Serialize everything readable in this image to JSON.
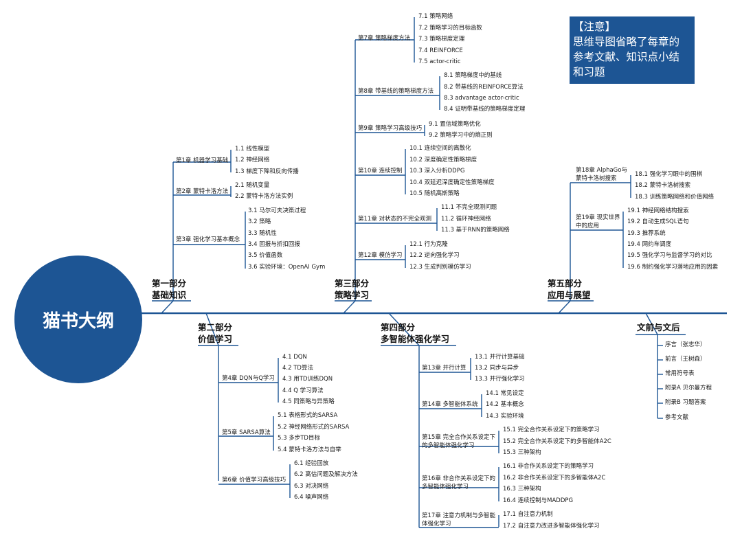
{
  "title": "猫书大纲",
  "note": {
    "line1": "【注意】",
    "line2": "思维导图省略了每章的",
    "line3": "参考文献、知识点小结",
    "line4": "和习题"
  },
  "parts": {
    "p1": {
      "line1": "第一部分",
      "line2": "基础知识"
    },
    "p2": {
      "line1": "第二部分",
      "line2": "价值学习"
    },
    "p3": {
      "line1": "第三部分",
      "line2": "策略学习"
    },
    "p4": {
      "line1": "第四部分",
      "line2": "多智能体强化学习"
    },
    "p5": {
      "line1": "第五部分",
      "line2": "应用与展望"
    },
    "p6": {
      "line1": "文前与文后"
    }
  },
  "chapters": {
    "c1": "第1章 机器学习基础",
    "c2": "第2章 蒙特卡洛方法",
    "c3": "第3章 强化学习基本概念",
    "c4": "第4章 DQN与Q学习",
    "c5": "第5章 SARSA算法",
    "c6": "第6章 价值学习高级技巧",
    "c7": "第7章 策略梯度方法",
    "c8": "第8章 带基线的策略梯度方法",
    "c9": "第9章 策略学习高级技巧",
    "c10": "第10章 连续控制",
    "c11": "第11章 对状态的不完全观测",
    "c12": "第12章 模仿学习",
    "c13": "第13章 并行计算",
    "c14": "第14章 多智能体系统",
    "c15a": "第15章 完全合作关系设定下",
    "c15b": "的多智能体强化学习",
    "c16a": "第16章 非合作关系设定下的",
    "c16b": "多智能体强化学习",
    "c17a": "第17章 注意力机制与多智能",
    "c17b": "体强化学习",
    "c18a": "第18章 AlphaGo与",
    "c18b": "蒙特卡洛树搜索",
    "c19a": "第19章 现实世界",
    "c19b": "中的应用"
  },
  "sections": {
    "s1_1": "1.1 线性模型",
    "s1_2": "1.2 神经网络",
    "s1_3": "1.3 梯度下降和反向传播",
    "s2_1": "2.1 随机变量",
    "s2_2": "2.2 蒙特卡洛方法实例",
    "s3_1": "3.1 马尔可夫决策过程",
    "s3_2": "3.2 策略",
    "s3_3": "3.3 随机性",
    "s3_4": "3.4 回报与折扣回报",
    "s3_5": "3.5 价值函数",
    "s3_6": "3.6 实验环境：OpenAI Gym",
    "s4_1": "4.1 DQN",
    "s4_2": "4.2 TD算法",
    "s4_3": "4.3 用TD训练DQN",
    "s4_4": "4.4 Q 学习算法",
    "s4_5": "4.5 同策略与异策略",
    "s5_1": "5.1 表格形式的SARSA",
    "s5_2": "5.2 神经网络形式的SARSA",
    "s5_3": "5.3 多步TD目标",
    "s5_4": "5.4 蒙特卡洛方法与自举",
    "s6_1": "6.1 经验回放",
    "s6_2": "6.2 高估问题及解决方法",
    "s6_3": "6.3 对决网络",
    "s6_4": "6.4 噪声网络",
    "s7_1": "7.1 策略网络",
    "s7_2": "7.2 策略学习的目标函数",
    "s7_3": "7.3 策略梯度定理",
    "s7_4": "7.4 REINFORCE",
    "s7_5": "7.5 actor-critic",
    "s8_1": "8.1 策略梯度中的基线",
    "s8_2": "8.2 带基线的REINFORCE算法",
    "s8_3": "8.3 advantage actor-critic",
    "s8_4": "8.4 证明带基线的策略梯度定理",
    "s9_1": "9.1 置信域策略优化",
    "s9_2": "9.2 策略学习中的熵正则",
    "s10_1": "10.1 连续空间的离散化",
    "s10_2": "10.2 深度确定性策略梯度",
    "s10_3": "10.3 深入分析DDPG",
    "s10_4": "10.4 双延迟深度确定性策略梯度",
    "s10_5": "10.5 随机高斯策略",
    "s11_1": "11.1 不完全观测问题",
    "s11_2": "11.2 循环神经网络",
    "s11_3": "11.3 基于RNN的策略网络",
    "s12_1": "12.1 行为克隆",
    "s12_2": "12.2 逆向强化学习",
    "s12_3": "12.3 生成判别模仿学习",
    "s13_1": "13.1 并行计算基础",
    "s13_2": "13.2 同步与异步",
    "s13_3": "13.3 并行强化学习",
    "s14_1": "14.1 常见设定",
    "s14_2": "14.2 基本概念",
    "s14_3": "14.3 实验环境",
    "s15_1": "15.1 完全合作关系设定下的策略学习",
    "s15_2": "15.2 完全合作关系设定下的多智能体A2C",
    "s15_3": "15.3 三种架构",
    "s16_1": "16.1 非合作关系设定下的策略学习",
    "s16_2": "16.2 非合作关系设定下的多智能体A2C",
    "s16_3": "16.3 三种架构",
    "s16_4": "16.4 连续控制与MADDPG",
    "s17_1": "17.1 自注意力机制",
    "s17_2": "17.2 自注意力改进多智能体强化学习",
    "s18_1": "18.1 强化学习眼中的围棋",
    "s18_2": "18.2 蒙特卡洛树搜索",
    "s18_3": "18.3 训练策略网络和价值网络",
    "s19_1": "19.1 神经网络结构搜索",
    "s19_2": "19.2 自动生成SQL语句",
    "s19_3": "19.3 推荐系统",
    "s19_4": "19.4 网约车调度",
    "s19_5": "19.5 强化学习与监督学习的对比",
    "s19_6": "19.6 制约强化学习落地应用的因素",
    "f1": "序言（张志华）",
    "f2": "前言（王树森）",
    "f3": "常用符号表",
    "f4": "附录A 贝尔曼方程",
    "f5": "附录B 习题答案",
    "f6": "参考文献"
  },
  "colors": {
    "line": "#1d5594",
    "circle": "#1d5594"
  }
}
